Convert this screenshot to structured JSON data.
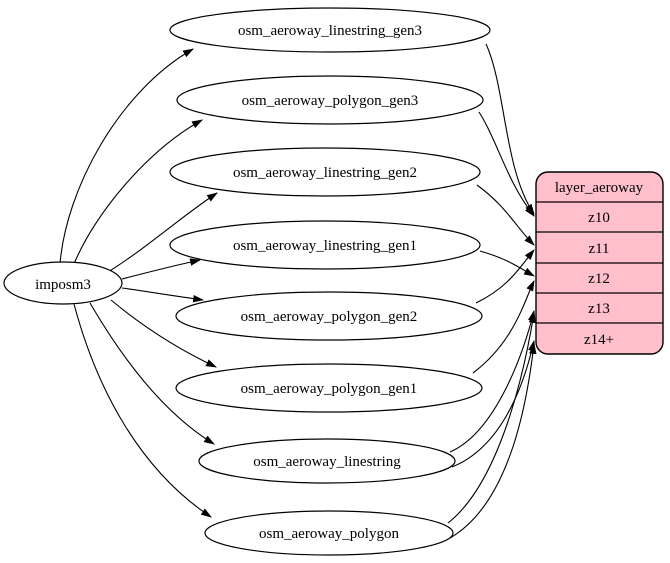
{
  "diagram": {
    "source_node": {
      "label": "imposm3"
    },
    "tables": [
      {
        "label": "osm_aeroway_linestring_gen3"
      },
      {
        "label": "osm_aeroway_polygon_gen3"
      },
      {
        "label": "osm_aeroway_linestring_gen2"
      },
      {
        "label": "osm_aeroway_linestring_gen1"
      },
      {
        "label": "osm_aeroway_polygon_gen2"
      },
      {
        "label": "osm_aeroway_polygon_gen1"
      },
      {
        "label": "osm_aeroway_linestring"
      },
      {
        "label": "osm_aeroway_polygon"
      }
    ],
    "layer": {
      "title": "layer_aeroway",
      "zoom_rows": [
        "z10",
        "z11",
        "z12",
        "z13",
        "z14+"
      ]
    },
    "edges": {
      "from_source": [
        "osm_aeroway_linestring_gen3",
        "osm_aeroway_polygon_gen3",
        "osm_aeroway_linestring_gen2",
        "osm_aeroway_linestring_gen1",
        "osm_aeroway_polygon_gen2",
        "osm_aeroway_polygon_gen1",
        "osm_aeroway_linestring",
        "osm_aeroway_polygon"
      ],
      "to_layer": [
        {
          "from": "osm_aeroway_linestring_gen3",
          "to": "z10"
        },
        {
          "from": "osm_aeroway_polygon_gen3",
          "to": "z10"
        },
        {
          "from": "osm_aeroway_linestring_gen2",
          "to": "z11"
        },
        {
          "from": "osm_aeroway_polygon_gen2",
          "to": "z11"
        },
        {
          "from": "osm_aeroway_linestring_gen1",
          "to": "z12"
        },
        {
          "from": "osm_aeroway_polygon_gen1",
          "to": "z12"
        },
        {
          "from": "osm_aeroway_linestring",
          "to": "z13"
        },
        {
          "from": "osm_aeroway_polygon",
          "to": "z13"
        },
        {
          "from": "osm_aeroway_linestring",
          "to": "z14+"
        },
        {
          "from": "osm_aeroway_polygon",
          "to": "z14+"
        }
      ]
    },
    "colors": {
      "layer_fill": "#ffc0cb",
      "node_fill": "#ffffff",
      "edge": "#000000",
      "background": "#ffffff"
    }
  }
}
